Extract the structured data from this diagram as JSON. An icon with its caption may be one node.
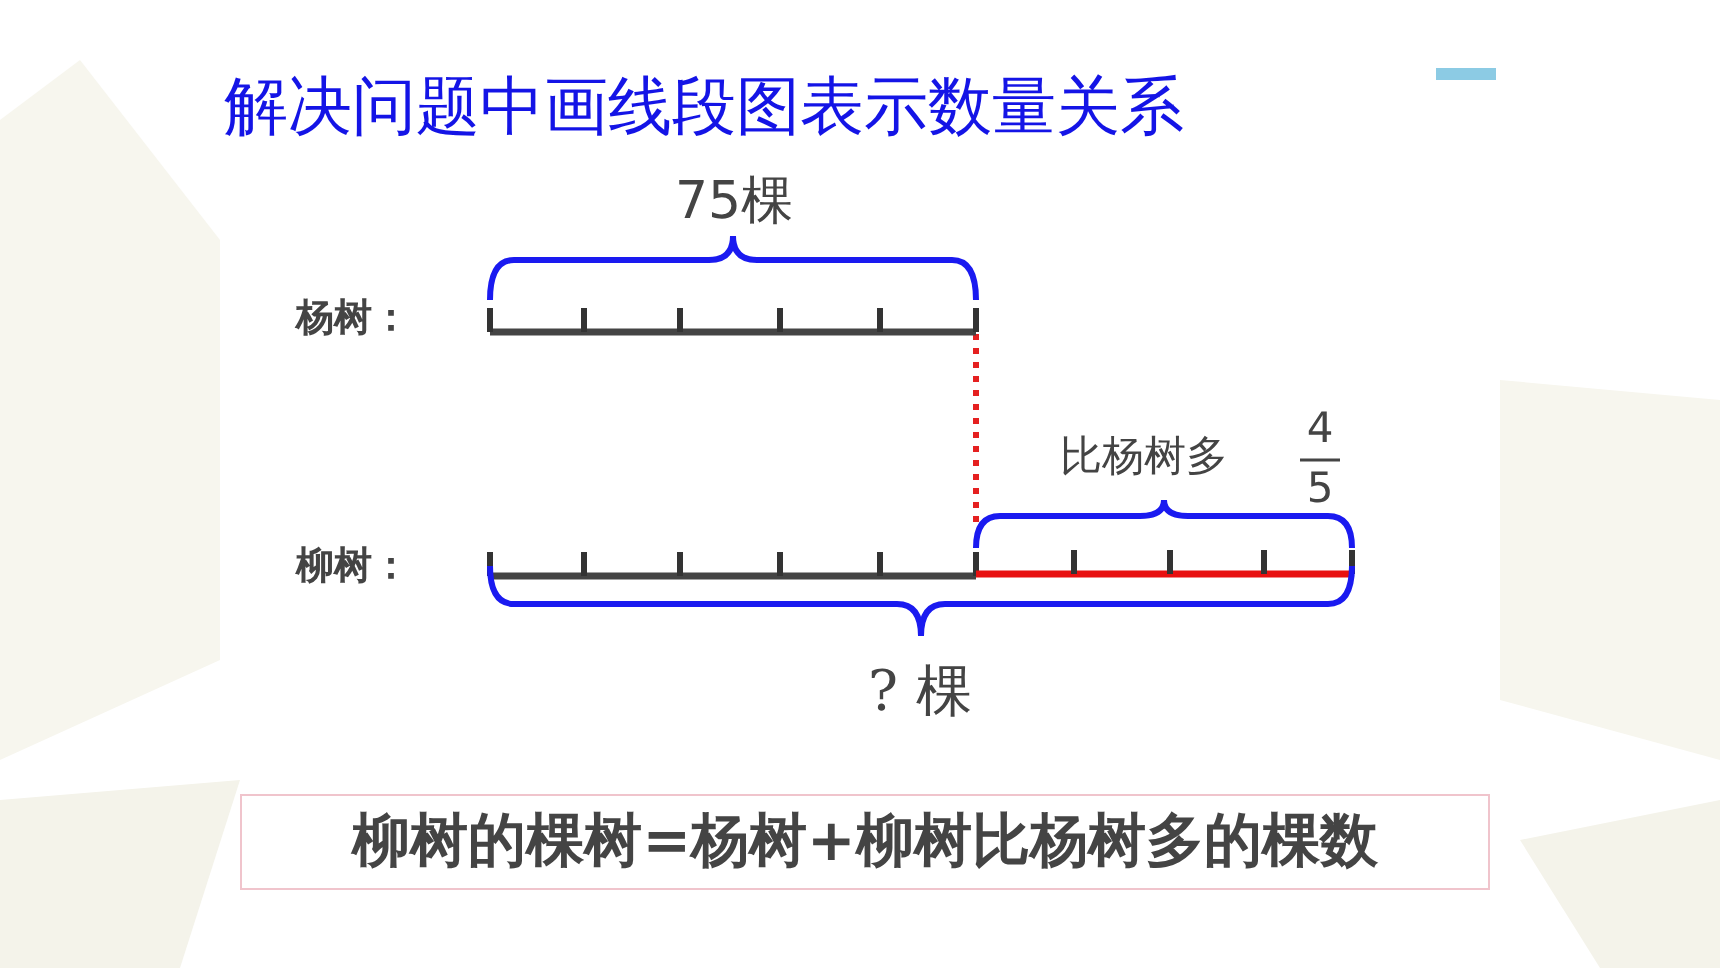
{
  "diagram": {
    "title": "解决问题中画线段图表示数量关系",
    "nodes": [
      {
        "text": [
          "柳树的棵树=杨树+柳树比杨树多的棵数"
        ]
      }
    ],
    "edges": [],
    "labels": [
      "75棵",
      "杨树：",
      "比杨树多",
      "4",
      "5",
      "柳树：",
      "? 棵"
    ]
  }
}
